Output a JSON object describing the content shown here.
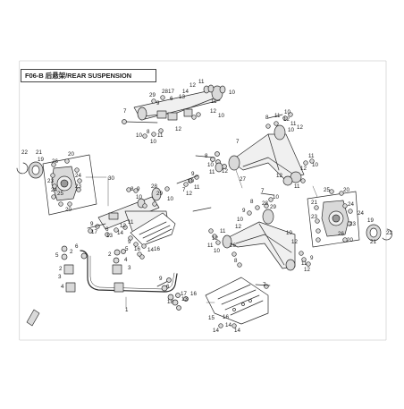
{
  "diagram": {
    "title": "F06-B 后悬架/REAR SUSPENSION",
    "colors": {
      "line": "#2b2b2b",
      "fill_light": "#f0f0f0",
      "fill_mid": "#d9d9d9",
      "fill_dark": "#9a9a9a",
      "label": "#1a1a1a"
    },
    "callouts": {
      "c1": "1",
      "c2": "2",
      "c3": "3",
      "c4": "4",
      "c5": "5",
      "c6": "6",
      "c7": "7",
      "c8": "8",
      "c9": "9",
      "c10": "10",
      "c11": "11",
      "c12": "12",
      "c13": "13",
      "c14": "14",
      "c15": "15",
      "c16": "16",
      "c17": "17",
      "c18": "18",
      "c19": "19",
      "c20": "20",
      "c21": "21",
      "c22": "22",
      "c23": "23",
      "c24": "24",
      "c25": "25",
      "c26": "26",
      "c27": "27",
      "c28": "28",
      "c29": "29",
      "c30": "30"
    }
  }
}
